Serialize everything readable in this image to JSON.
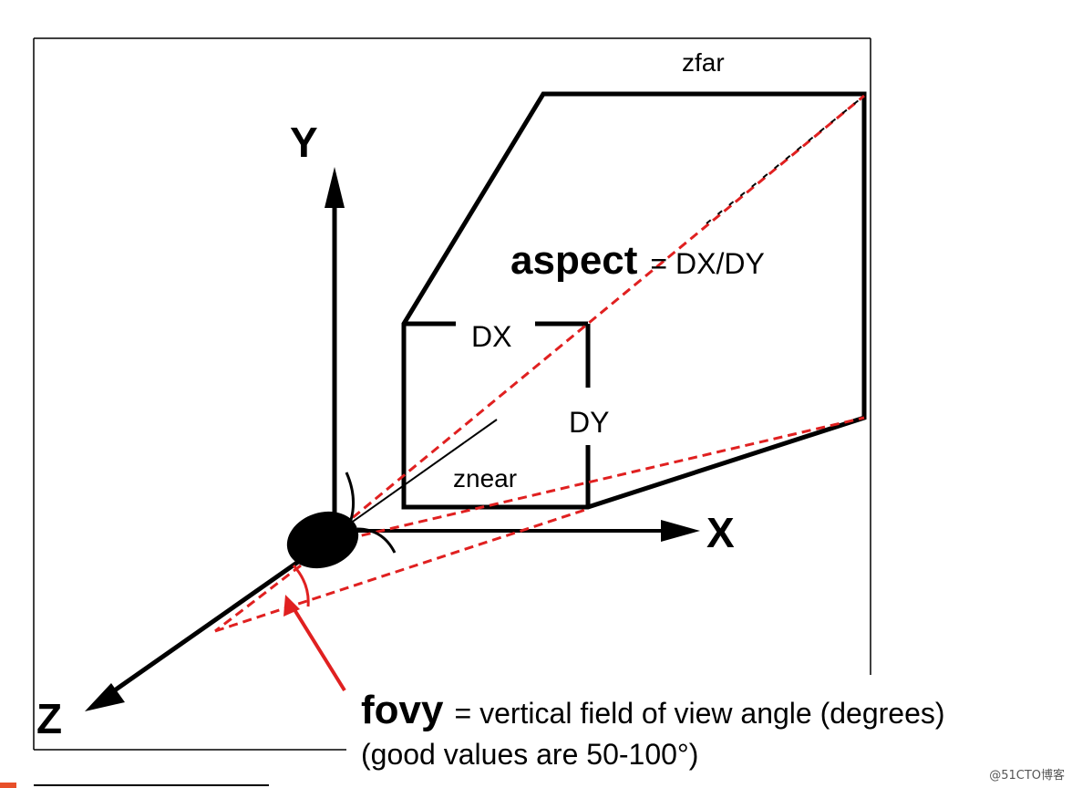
{
  "axes": {
    "x": "X",
    "y": "Y",
    "z": "Z"
  },
  "labels": {
    "zfar": "zfar",
    "znear": "znear",
    "dx": "DX",
    "dy": "DY",
    "aspect_term": "aspect",
    "aspect_def": "= DX/DY",
    "fovy_term": "fovy",
    "fovy_def": "= vertical field of view angle (degrees)",
    "fovy_note": "(good values are 50-100°)"
  },
  "watermark": "@51CTO博客",
  "colors": {
    "frustum_edge": "#e02020",
    "outline": "#000000",
    "accent_bar": "#e8502a"
  },
  "icons": {
    "camera": "camera-beetle-icon"
  }
}
